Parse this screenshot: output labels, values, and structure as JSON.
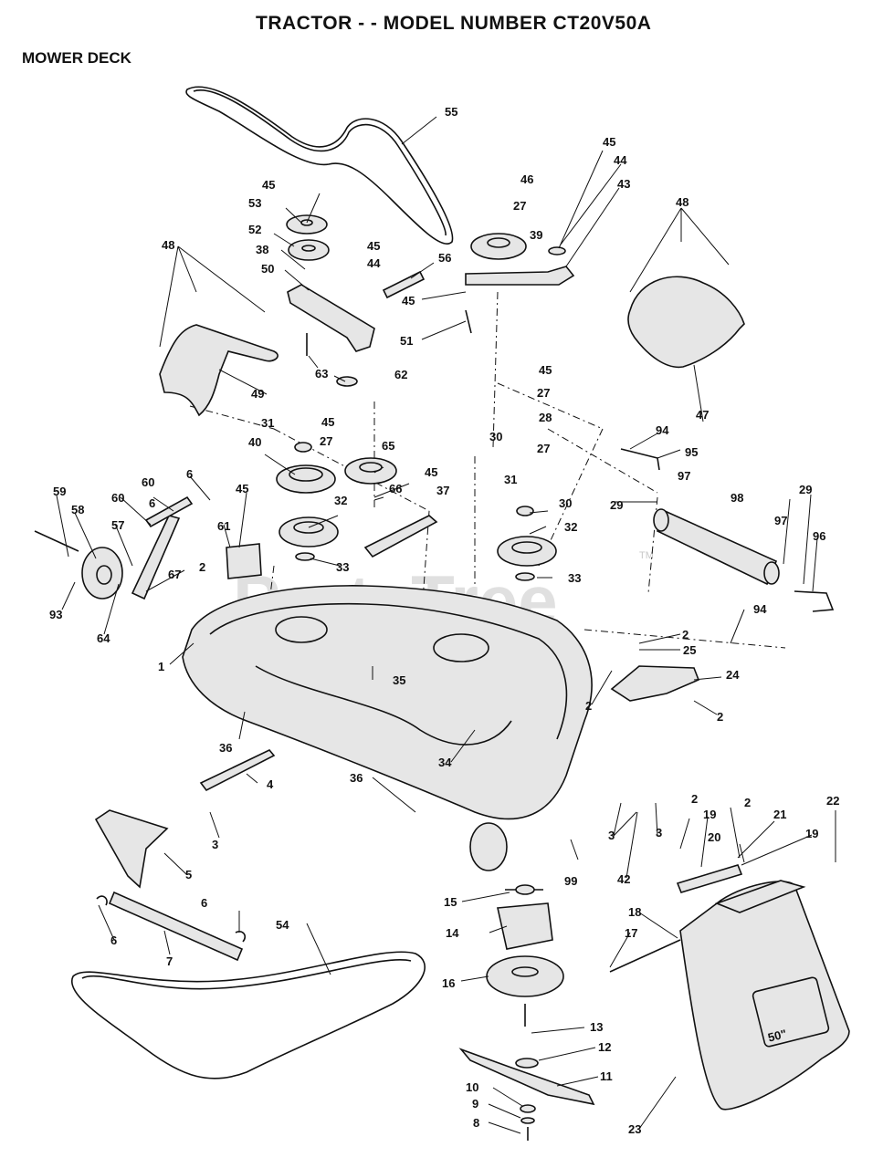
{
  "header": {
    "title": "TRACTOR - - MODEL NUMBER CT20V50A",
    "subtitle": "MOWER DECK"
  },
  "watermark": {
    "brand": "PartsTree",
    "trademark": "TM"
  },
  "deck_badge": "50\"",
  "callouts": [
    "55",
    "45",
    "53",
    "52",
    "38",
    "50",
    "48",
    "46",
    "27",
    "39",
    "45",
    "44",
    "43",
    "45",
    "44",
    "56",
    "45",
    "51",
    "63",
    "62",
    "49",
    "48",
    "47",
    "45",
    "27",
    "28",
    "27",
    "94",
    "95",
    "29",
    "97",
    "98",
    "29",
    "31",
    "40",
    "45",
    "27",
    "65",
    "30",
    "31",
    "30",
    "32",
    "32",
    "33",
    "45",
    "37",
    "66",
    "6",
    "60",
    "60",
    "6",
    "59",
    "58",
    "57",
    "45",
    "61",
    "33",
    "2",
    "67",
    "93",
    "64",
    "1",
    "35",
    "2",
    "25",
    "24",
    "2",
    "2",
    "94",
    "97",
    "96",
    "36",
    "34",
    "4",
    "36",
    "3",
    "2",
    "3",
    "3",
    "42",
    "19",
    "2",
    "21",
    "22",
    "20",
    "19",
    "99",
    "5",
    "15",
    "14",
    "18",
    "17",
    "6",
    "6",
    "7",
    "54",
    "16",
    "13",
    "12",
    "11",
    "10",
    "9",
    "8",
    "23"
  ]
}
